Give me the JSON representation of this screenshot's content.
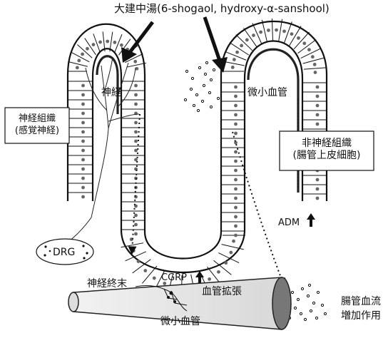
{
  "labels": {
    "title": "大建中湯(6-shogaol, hydroxy-α-sanshool)",
    "nerve": "神経",
    "microvessel_top": "微小血管",
    "neural_tissue_line1": "神経組織",
    "neural_tissue_line2": "(感覚神経)",
    "nonneural_tissue_line1": "非神経組織",
    "nonneural_tissue_line2": "(腸管上皮細胞)",
    "adm": "ADM",
    "drg": "DRG",
    "nerve_ending": "神経終末",
    "cgrp": "CGRP",
    "vasodilation": "血管拡張",
    "microvessel_bottom": "微小血管",
    "blood_flow_line1": "腸管血流",
    "blood_flow_line2": "増加作用"
  }
}
